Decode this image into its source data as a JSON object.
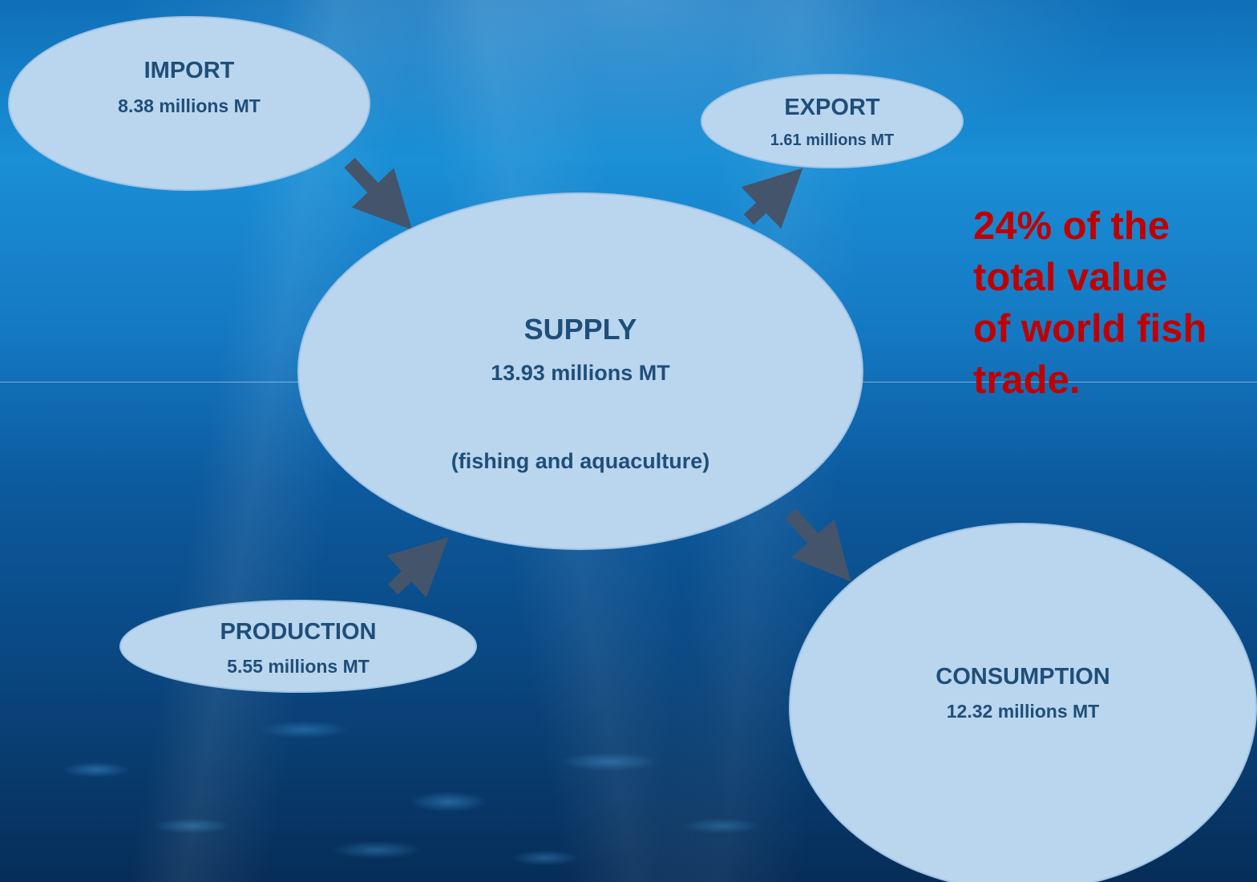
{
  "nodes": {
    "import": {
      "title": "IMPORT",
      "value": "8.38 millions MT"
    },
    "export": {
      "title": "EXPORT",
      "value": "1.61 millions MT"
    },
    "supply": {
      "title": "SUPPLY",
      "value": "13.93 millions MT",
      "note": "(fishing and aquaculture)"
    },
    "production": {
      "title": "PRODUCTION",
      "value": "5.55 millions MT"
    },
    "consumption": {
      "title": "CONSUMPTION",
      "value": "12.32 millions MT"
    }
  },
  "callout": {
    "lines": [
      "24% of the",
      "total value",
      "of world fish",
      "trade."
    ]
  },
  "colors": {
    "ellipse_fill": "#bad6ee",
    "node_text": "#1f4e79",
    "arrow": "#44546a",
    "callout_text": "#c00000"
  },
  "edges": [
    {
      "from": "import",
      "to": "supply"
    },
    {
      "from": "production",
      "to": "supply"
    },
    {
      "from": "supply",
      "to": "export"
    },
    {
      "from": "supply",
      "to": "consumption"
    }
  ]
}
